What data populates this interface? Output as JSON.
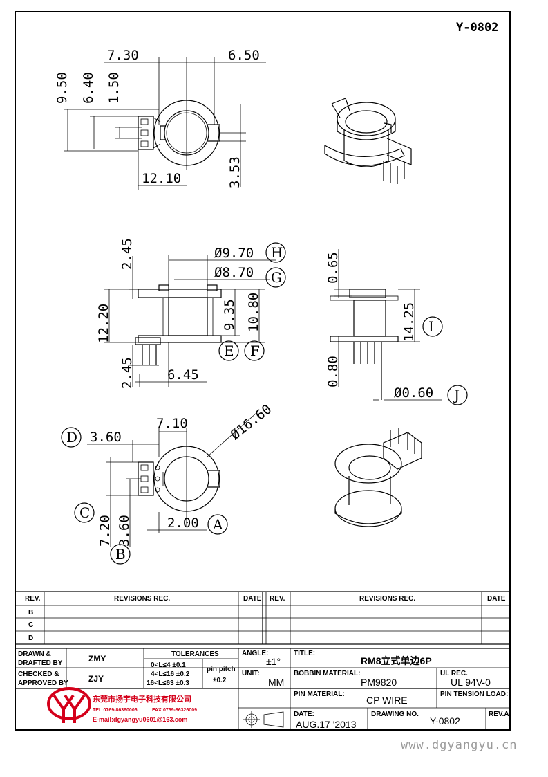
{
  "drawing_code": "Y-0802",
  "views": {
    "top": {
      "dims": {
        "d730": "7.30",
        "d650": "6.50",
        "d950": "9.50",
        "d640": "6.40",
        "d150": "1.50",
        "d1210": "12.10",
        "d353": "3.53"
      }
    },
    "front": {
      "dims": {
        "d245_top": "2.45",
        "d1220": "12.20",
        "d245_bot": "2.45",
        "d645": "6.45",
        "d935": "9.35",
        "d1080": "10.80",
        "dia970": "Ø9.70",
        "dia870": "Ø8.70"
      },
      "markers": {
        "H": "H",
        "G": "G",
        "E": "E",
        "F": "F"
      }
    },
    "side": {
      "dims": {
        "d065": "0.65",
        "d1425": "14.25",
        "d080": "0.80",
        "dia060": "Ø0.60"
      },
      "markers": {
        "I": "I",
        "J": "J"
      }
    },
    "bottom": {
      "dims": {
        "d710": "7.10",
        "d360_h": "3.60",
        "dia1660": "Ø16.60",
        "d720": "7.20",
        "d360_v": "3.60",
        "d200": "2.00"
      },
      "markers": {
        "D": "D",
        "C": "C",
        "B": "B",
        "A": "A"
      }
    }
  },
  "revisions": {
    "headers": {
      "rev": "REV.",
      "revisions": "REVISIONS  REC.",
      "date": "DATE"
    },
    "rows": [
      "B",
      "C",
      "D"
    ]
  },
  "title_block": {
    "drawn_label": "DRAWN &",
    "drafted_label": "DRAFTED BY",
    "drawn_by": "ZMY",
    "checked_label": "CHECKED &",
    "approved_label": "APPROVED BY",
    "approved_by": "ZJY",
    "tolerances_label": "TOLERANCES",
    "tol1": "0<L≤4    ±0.1",
    "tol2": "4<L≤16  ±0.2",
    "tol3": "16<L≤63  ±0.3",
    "pin_pitch_label": "pin pitch",
    "pin_pitch_value": "±0.2",
    "angle_label": "ANGLE:",
    "angle_value": "±1°",
    "unit_label": "UNIT:",
    "unit_value": "MM",
    "title_label": "TITLE:",
    "title_value": "RM8立式单边6P",
    "bobbin_label": "BOBBIN MATERIAL:",
    "bobbin_value": "PM9820",
    "ul_label": "UL REC.",
    "ul_value": "UL 94V-0",
    "pin_material_label": "PIN MATERIAL:",
    "pin_material_value": "CP WIRE",
    "pin_tension_label": "PIN TENSION LOAD:",
    "date_label": "DATE:",
    "date_value": "AUG.17 '2013",
    "drawing_no_label": "DRAWING NO.",
    "drawing_no_value": "Y-0802",
    "rev_label": "REV.A"
  },
  "company": {
    "name": "东莞市扬宇电子科技有限公司",
    "tel": "TEL:0769-86360006",
    "fax": "FAX:0769-86326009",
    "email": "E-mail:dgyangyu0601@163.com",
    "logo_letters": "YY"
  },
  "watermark": "www.dgyangyu.cn"
}
